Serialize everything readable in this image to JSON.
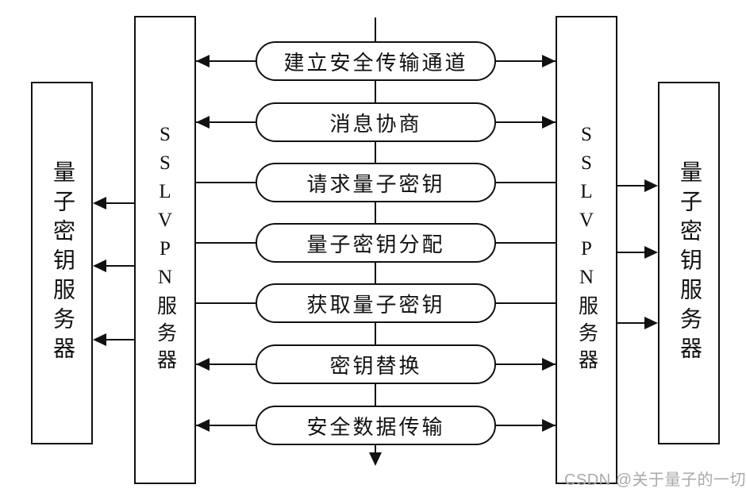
{
  "diagram": {
    "left_outer_server": {
      "label": "量子密钥服务器"
    },
    "left_vpn_server": {
      "label": "SSLVPN服务器"
    },
    "right_vpn_server": {
      "label": "SSLVPN服务器"
    },
    "right_outer_server": {
      "label": "量子密钥服务器"
    },
    "steps": [
      {
        "label": "建立安全传输通道",
        "connector": "arrow-both-outward"
      },
      {
        "label": "消息协商",
        "connector": "arrow-both-outward"
      },
      {
        "label": "请求量子密钥",
        "connector": "plain-line"
      },
      {
        "label": "量子密钥分配",
        "connector": "plain-line"
      },
      {
        "label": "获取量子密钥",
        "connector": "plain-line"
      },
      {
        "label": "密钥替换",
        "connector": "arrow-both-outward"
      },
      {
        "label": "安全数据传输",
        "connector": "arrow-both-outward"
      }
    ],
    "vpn_to_quantum_arrows": {
      "left_count": 3,
      "right_count": 3,
      "direction": "vpn-to-quantum-server"
    },
    "timeline": {
      "direction": "top-to-bottom"
    },
    "colors": {
      "line": "#111111",
      "background": "#ffffff",
      "watermark": "#a9a9a9"
    }
  },
  "watermark": {
    "text": "CSDN @关于量子的一切"
  }
}
